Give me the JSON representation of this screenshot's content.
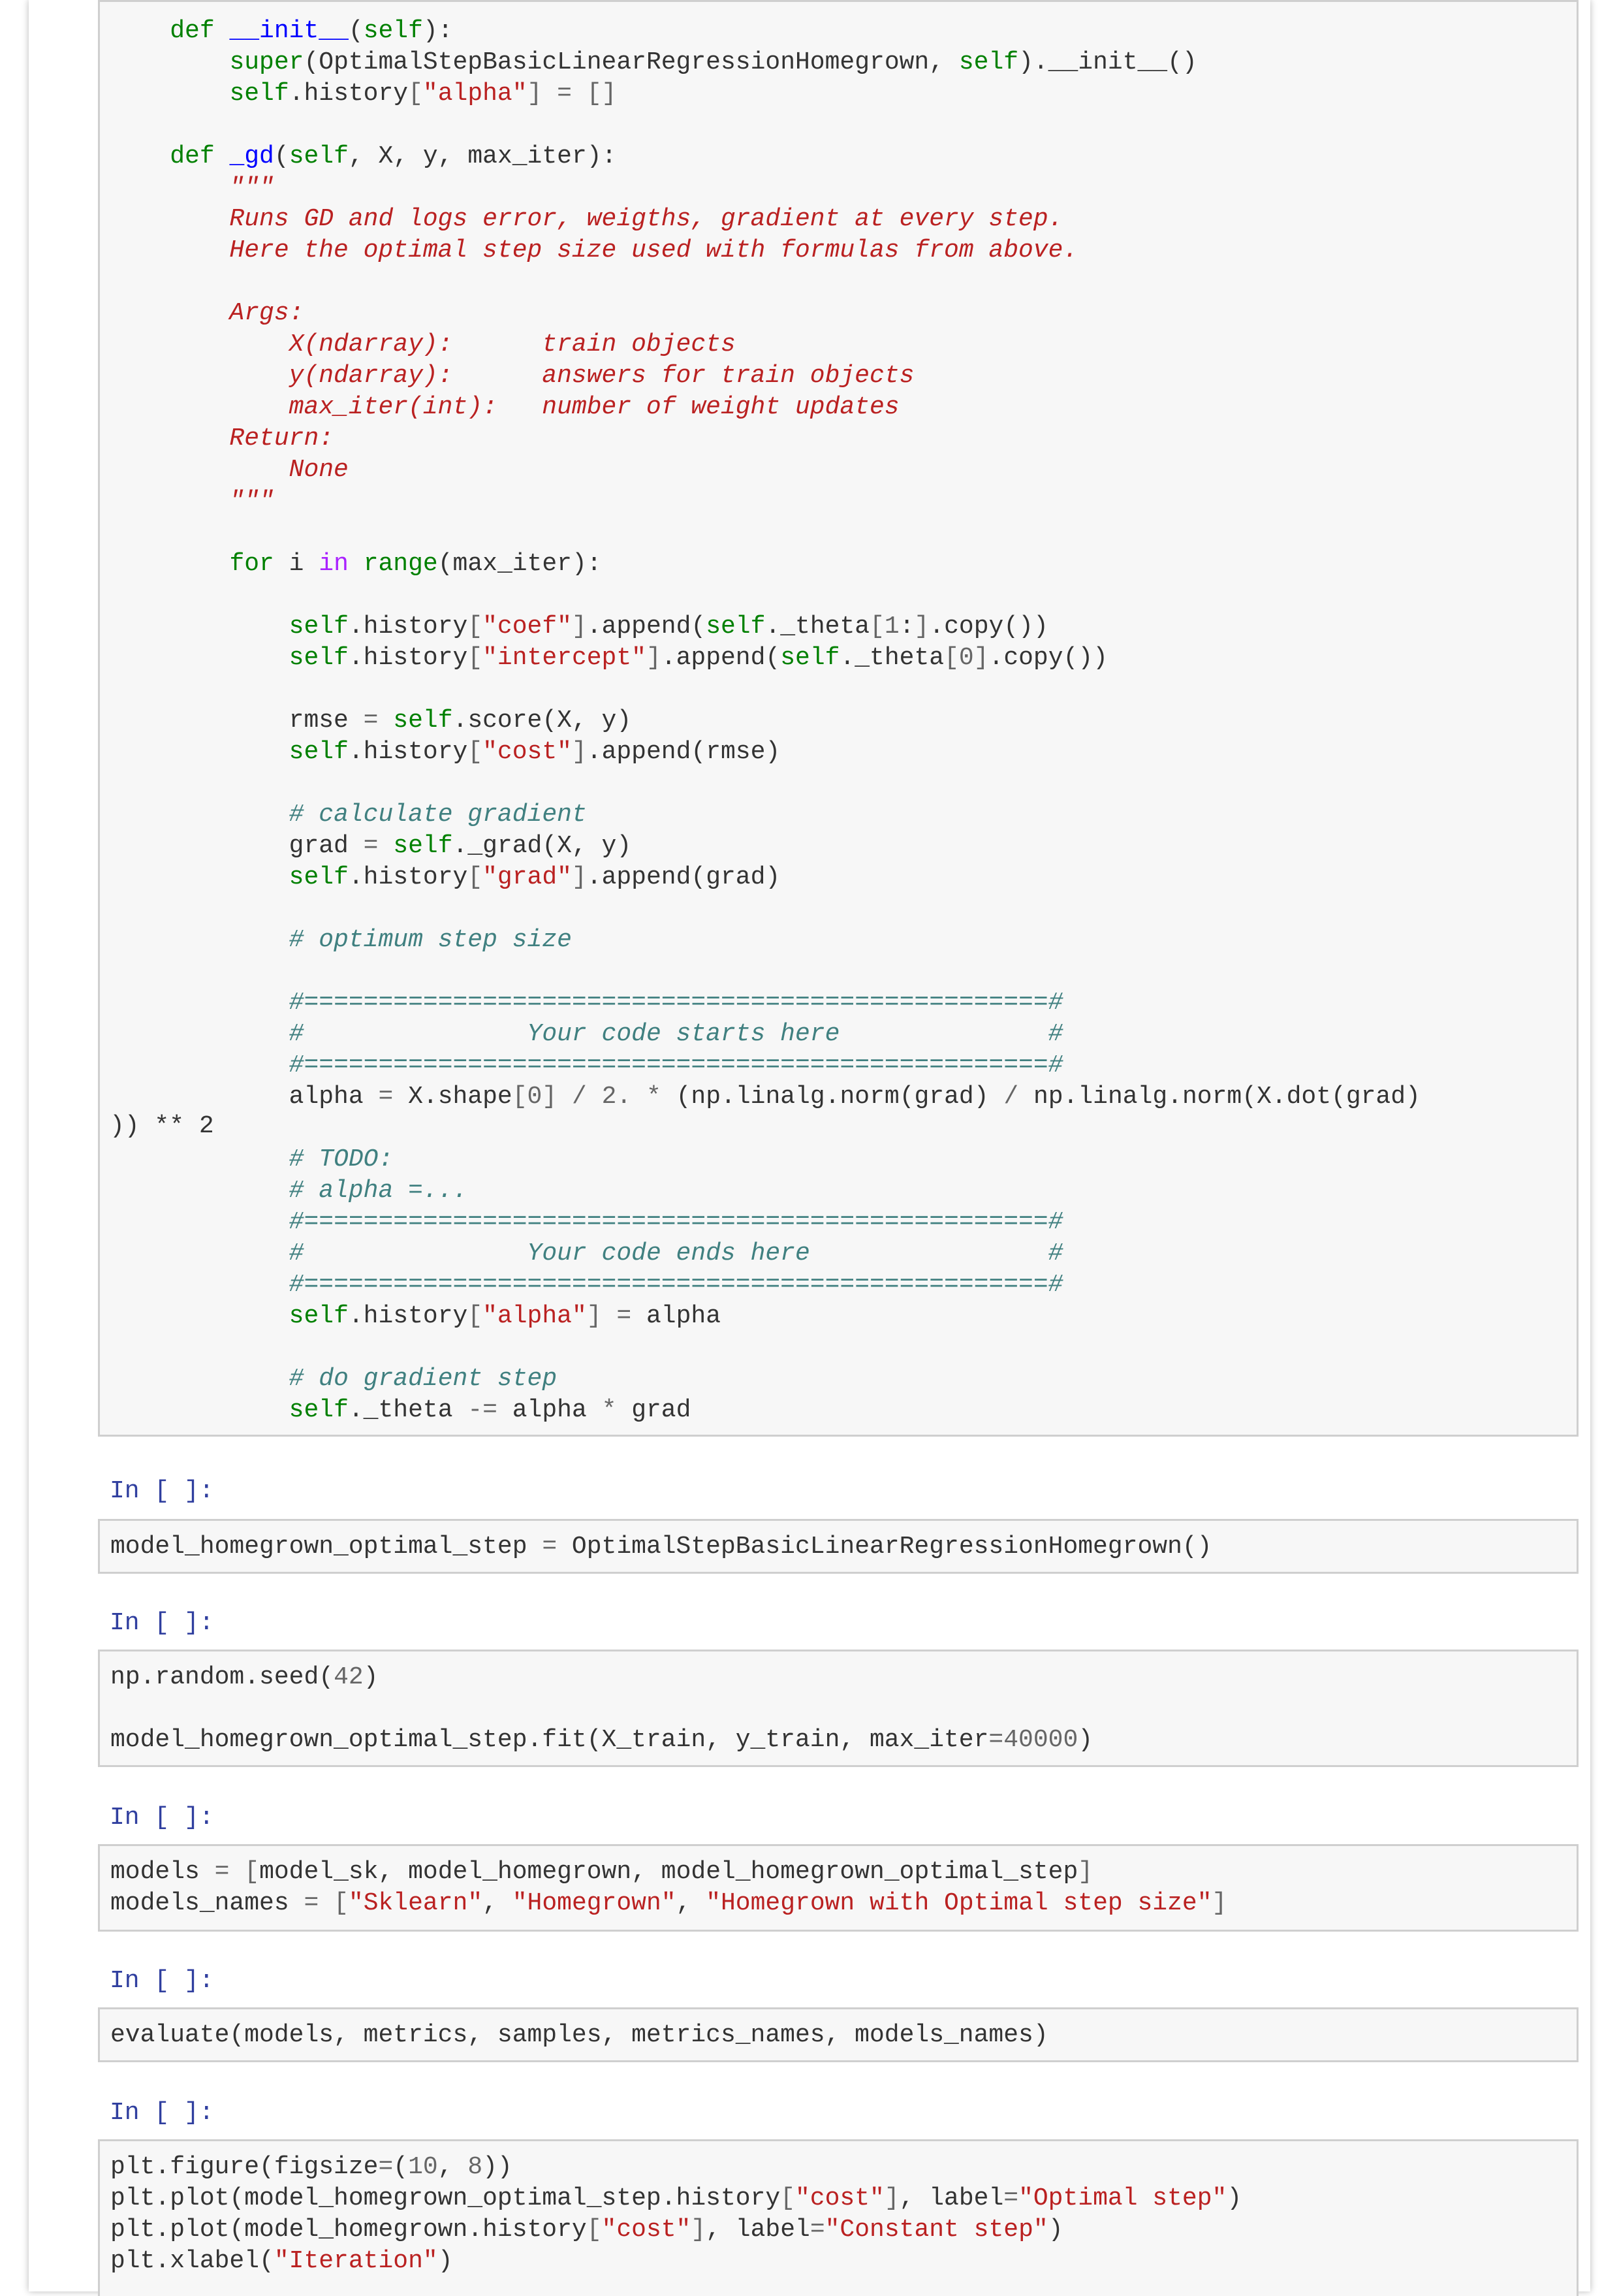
{
  "prompts": {
    "in_label": "In [ ]:"
  },
  "overflow": {
    "line": ")) ** 2"
  },
  "cells": [
    {
      "id": "cell-class-body",
      "lines": [
        "    def __init__(self):",
        "        super(OptimalStepBasicLinearRegressionHomegrown, self).__init__()",
        "        self.history[\"alpha\"] = []",
        "",
        "    def _gd(self, X, y, max_iter):",
        "        \"\"\"",
        "        Runs GD and logs error, weigths, gradient at every step.",
        "        Here the optimal step size used with formulas from above.",
        "",
        "        Args:",
        "            X(ndarray):      train objects",
        "            y(ndarray):      answers for train objects",
        "            max_iter(int):   number of weight updates",
        "        Return:",
        "            None",
        "        \"\"\"",
        "",
        "        for i in range(max_iter):",
        "",
        "            self.history[\"coef\"].append(self._theta[1:].copy())",
        "            self.history[\"intercept\"].append(self._theta[0].copy())",
        "",
        "            rmse = self.score(X, y)",
        "            self.history[\"cost\"].append(rmse)",
        "",
        "            # calculate gradient",
        "            grad = self._grad(X, y)",
        "            self.history[\"grad\"].append(grad)",
        "",
        "            # optimum step size",
        "",
        "            #==================================================#",
        "            #               Your code starts here              #",
        "            #==================================================#",
        "            alpha = X.shape[0] / 2. * (np.linalg.norm(grad) / np.linalg.norm(X.dot(grad)",
        "",
        "            # TODO:",
        "            # alpha =...",
        "            #==================================================#",
        "            #               Your code ends here                #",
        "            #==================================================#",
        "            self.history[\"alpha\"] = alpha",
        "",
        "            # do gradient step",
        "            self._theta -= alpha * grad"
      ]
    },
    {
      "id": "cell-model-init",
      "lines": [
        "model_homegrown_optimal_step = OptimalStepBasicLinearRegressionHomegrown()"
      ]
    },
    {
      "id": "cell-fit",
      "lines": [
        "np.random.seed(42)",
        "",
        "model_homegrown_optimal_step.fit(X_train, y_train, max_iter=40000)"
      ]
    },
    {
      "id": "cell-models-list",
      "lines": [
        "models = [model_sk, model_homegrown, model_homegrown_optimal_step]",
        "models_names = [\"Sklearn\", \"Homegrown\", \"Homegrown with Optimal step size\"]"
      ]
    },
    {
      "id": "cell-evaluate",
      "lines": [
        "evaluate(models, metrics, samples, metrics_names, models_names)"
      ]
    },
    {
      "id": "cell-plot",
      "lines": [
        "plt.figure(figsize=(10, 8))",
        "plt.plot(model_homegrown_optimal_step.history[\"cost\"], label=\"Optimal step\")",
        "plt.plot(model_homegrown.history[\"cost\"], label=\"Constant step\")",
        "plt.xlabel(\"Iteration\")"
      ]
    }
  ]
}
